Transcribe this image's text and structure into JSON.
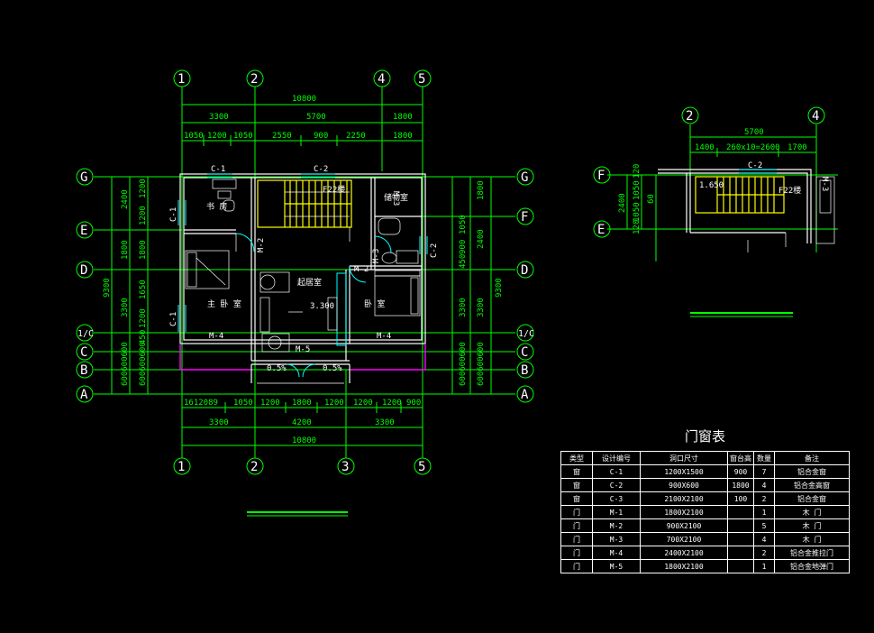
{
  "plan": {
    "axes_top": [
      "1",
      "2",
      "4",
      "5"
    ],
    "axes_bottom": [
      "1",
      "2",
      "3",
      "5"
    ],
    "axes_left": [
      "G",
      "E",
      "D",
      "1/C",
      "C",
      "B",
      "A"
    ],
    "axes_right": [
      "G",
      "F",
      "D",
      "1/C",
      "C",
      "B",
      "A"
    ],
    "dims_top_total": "10800",
    "dims_top_mid": [
      "3300",
      "5700",
      "1800"
    ],
    "dims_top_detail": [
      "1050",
      "1200",
      "1050",
      "2550",
      "900",
      "2250",
      "1800"
    ],
    "dims_bottom_detail": [
      "1612089",
      "1050",
      "1200",
      "1800",
      "1200",
      "1200",
      "1200",
      "900"
    ],
    "dims_bottom_mid": [
      "3300",
      "4200",
      "3300"
    ],
    "dims_bottom_total": "10800",
    "dims_left_outer": "9300",
    "dims_left_mid": [
      "2400",
      "1800",
      "3300"
    ],
    "dims_left_inner": [
      "1200",
      "1200",
      "1800",
      "1650",
      "1200",
      "450",
      "600600600"
    ],
    "dims_right_outer": "9300",
    "dims_right_mid": [
      "2400",
      "3300"
    ],
    "dims_right_inner": [
      "1800",
      "1050",
      "900",
      "450",
      "600600600"
    ],
    "dims_right_bottom": [
      "600600600"
    ],
    "rooms": {
      "study": "书 房",
      "master_bedroom": "主 卧 室",
      "living_room": "起居室",
      "bedroom": "卧 室",
      "storage": "储物室"
    },
    "labels": {
      "c1_top": "C-1",
      "c2_top": "C-2",
      "c1_left_a": "C-1",
      "c1_left_b": "C-1",
      "c2_right": "C-2",
      "m2_a": "M-2",
      "m2_b": "M-2",
      "m3_a": "M-3",
      "m3_b": "M-3",
      "m4_a": "M-4",
      "m4_b": "M-4",
      "m5": "M-5",
      "stair": "F22楼",
      "elevation": "3.300",
      "slope_a": "0.5%",
      "slope_b": "0.5%"
    }
  },
  "detail": {
    "axes_top": [
      "2",
      "4"
    ],
    "axes_left": [
      "F",
      "E"
    ],
    "dim_total": "5700",
    "dims": [
      "1400",
      "260x10=2600",
      "1700"
    ],
    "dims_left": [
      "2400",
      "120",
      "1050",
      "60",
      "120",
      "1050"
    ],
    "c2": "C-2",
    "elevation": "1.650",
    "stair": "F22楼",
    "m3": "M-3"
  },
  "table": {
    "title": "门窗表",
    "headers": [
      "类型",
      "设计编号",
      "洞口尺寸",
      "窗台高",
      "数量",
      "备注"
    ],
    "rows": [
      [
        "窗",
        "C-1",
        "1200X1500",
        "900",
        "7",
        "铝合金窗"
      ],
      [
        "窗",
        "C-2",
        "900X600",
        "1800",
        "4",
        "铝合金高窗"
      ],
      [
        "窗",
        "C-3",
        "2100X2100",
        "100",
        "2",
        "铝合金窗"
      ],
      [
        "门",
        "M-1",
        "1800X2100",
        "",
        "1",
        "木 门"
      ],
      [
        "门",
        "M-2",
        "900X2100",
        "",
        "5",
        "木 门"
      ],
      [
        "门",
        "M-3",
        "700X2100",
        "",
        "4",
        "木 门"
      ],
      [
        "门",
        "M-4",
        "2400X2100",
        "",
        "2",
        "铝合金推拉门"
      ],
      [
        "门",
        "M-5",
        "1800X2100",
        "",
        "1",
        "铝合金地弹门"
      ]
    ]
  },
  "colors": {
    "background": "#000000",
    "dimension": "#00ff00",
    "wall": "#ffffff",
    "stair": "#ffff00",
    "window": "#00ffff",
    "balcony": "#ff00ff"
  }
}
